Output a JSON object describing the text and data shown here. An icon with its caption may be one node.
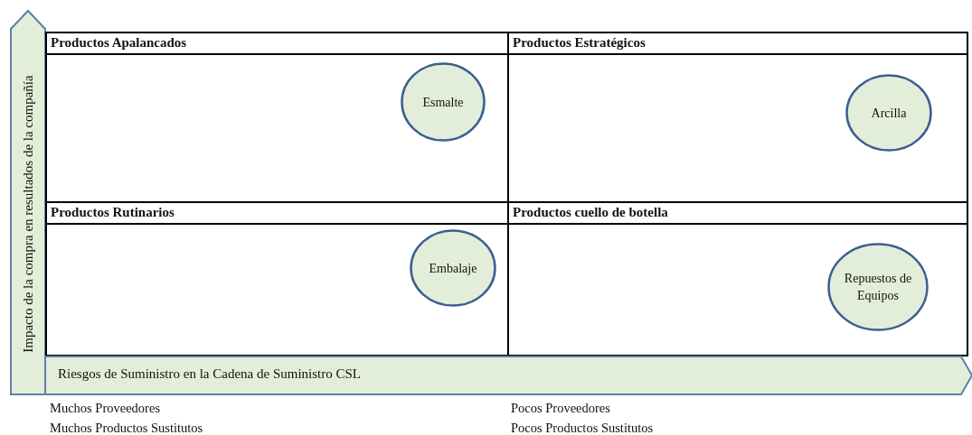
{
  "diagram": {
    "nodes": [
      {
        "text": [
          "Impacto de la compra en resultados de la compañía"
        ]
      },
      {
        "text": [
          "Productos Apalancados"
        ]
      },
      {
        "text": [
          "Esmalte"
        ],
        "in": 1
      },
      {
        "text": [
          "Productos Estratégicos"
        ]
      },
      {
        "text": [
          "Arcilla"
        ],
        "in": 3
      },
      {
        "text": [
          "Productos Rutinarios"
        ]
      },
      {
        "text": [
          "Embalaje"
        ],
        "in": 5
      },
      {
        "text": [
          "Productos cuello de botella"
        ]
      },
      {
        "text": [
          "Repuestos de Equipos"
        ],
        "in": 7
      },
      {
        "text": [
          "Riesgos de Suministro en la Cadena de Suministro CSL"
        ]
      }
    ],
    "edges": [],
    "labels": [
      "Muchos Proveedores",
      "Pocos Proveedores",
      "Muchos Productos Sustitutos",
      "Pocos Productos Sustitutos"
    ]
  }
}
